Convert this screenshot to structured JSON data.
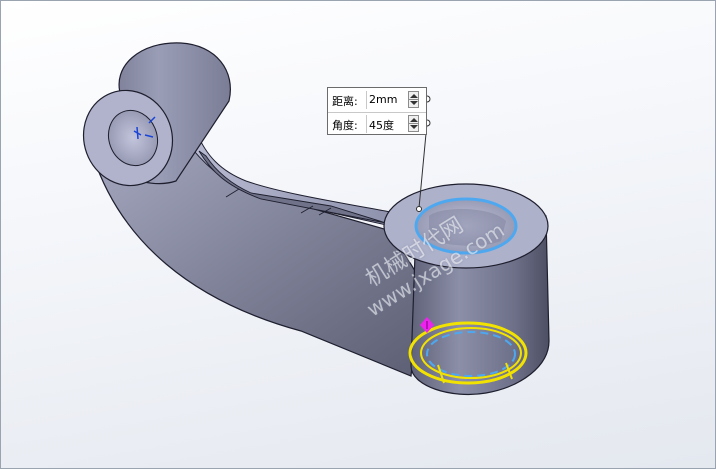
{
  "callout": {
    "distance_label": "距离:",
    "distance_value": "2mm",
    "angle_label": "角度:",
    "angle_value": "45度"
  },
  "watermark": {
    "line1": "机械时代网",
    "line2": "www.jxage.com"
  },
  "colors": {
    "part_body": "#8a8da6",
    "part_edge": "#1e1e2e",
    "selected_edge": "#4ea8f0",
    "chamfer_preview": "#f2e200",
    "handle": "#ee22ee",
    "axis_marker": "#1a44d8"
  }
}
